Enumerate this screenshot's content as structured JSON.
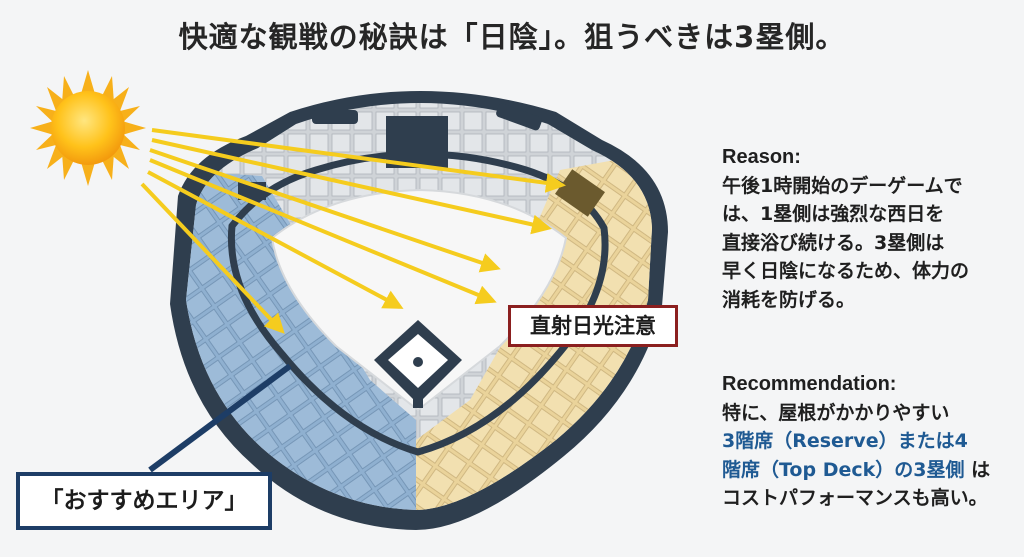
{
  "title": "快適な観戦の秘訣は「日陰」。狙うべきは3塁側。",
  "warning_label": "直射日光注意",
  "recommend_label": "「おすすめエリア」",
  "reason": {
    "heading": "Reason:",
    "lines": [
      "午後1時開始のデーゲームで",
      "は、1塁側は強烈な西日を",
      "直接浴び続ける。3塁側は",
      "早く日陰になるため、体力の",
      "消耗を防げる。"
    ]
  },
  "recommendation": {
    "heading": "Recommendation:",
    "line1": "特に、屋根がかかりやすい",
    "line2_blue": "3階席（Reserve）または4",
    "line3_blue": "階席（Top Deck）の3塁側",
    "line3_rest": " は",
    "line4": "コストパフォーマンスも高い。"
  },
  "colors": {
    "shade_seats": "#8fb0d0",
    "sun_seats": "#efdca9",
    "neutral_seats": "#dcdfe2",
    "stadium_wall": "#2f3e4e",
    "sun_ray": "#f5cc1e",
    "callout_line": "#1d3d66",
    "warning_border": "#8b1f1f",
    "highlight_text": "#1f5a93"
  }
}
